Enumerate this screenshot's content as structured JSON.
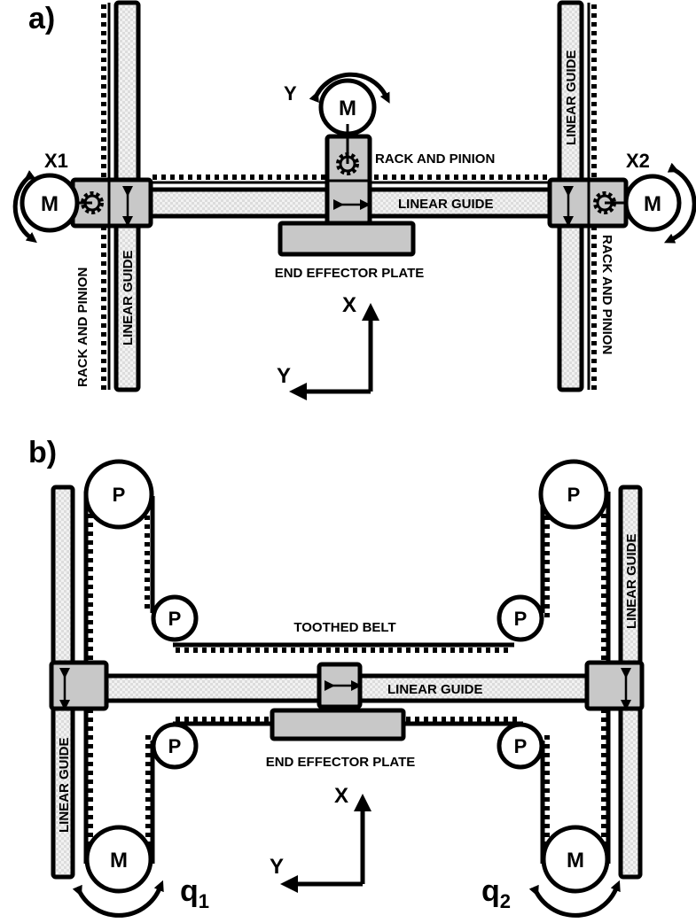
{
  "figure": {
    "panel_a": {
      "label": "a)",
      "motors": [
        {
          "label": "M",
          "axis": "X1"
        },
        {
          "label": "M",
          "axis": "Y"
        },
        {
          "label": "M",
          "axis": "X2"
        }
      ],
      "labels": {
        "rack_and_pinion_top": "RACK AND PINION",
        "rack_and_pinion_left": "RACK AND PINION",
        "rack_and_pinion_right": "RACK AND PINION",
        "linear_guide_horizontal": "LINEAR GUIDE",
        "linear_guide_left": "LINEAR GUIDE",
        "linear_guide_right": "LINEAR GUIDE",
        "end_effector": "END EFFECTOR PLATE"
      },
      "axes": {
        "x": "X",
        "y": "Y"
      }
    },
    "panel_b": {
      "label": "b)",
      "pulley_label": "P",
      "motors": [
        {
          "label": "M",
          "joint": "q",
          "subscript": "1"
        },
        {
          "label": "M",
          "joint": "q",
          "subscript": "2"
        }
      ],
      "labels": {
        "toothed_belt": "TOOTHED BELT",
        "linear_guide_horizontal": "LINEAR GUIDE",
        "linear_guide_left": "LINEAR GUIDE",
        "linear_guide_right": "LINEAR GUIDE",
        "end_effector": "END EFFECTOR PLATE"
      },
      "axes": {
        "x": "X",
        "y": "Y"
      }
    }
  }
}
